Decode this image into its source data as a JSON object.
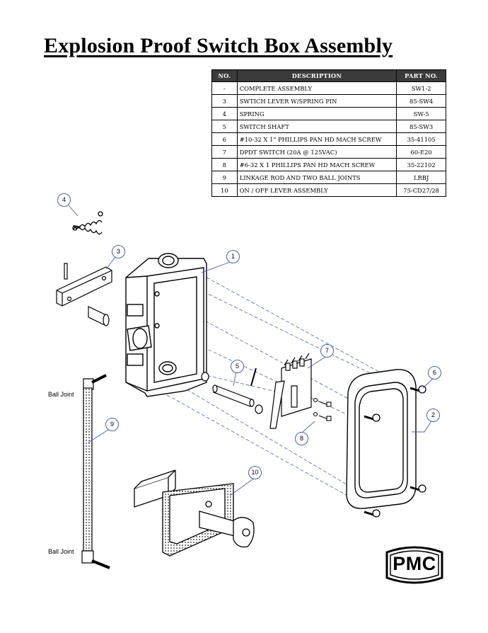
{
  "title": "Explosion Proof Switch Box Assembly",
  "table": {
    "headers": [
      "NO.",
      "DESCRIPTION",
      "PART NO."
    ],
    "rows": [
      [
        "-",
        "COMPLETE ASSEMBLY",
        "SW1-2"
      ],
      [
        "3",
        "SWTICH LEVER W/SPRING PIN",
        "85-SW4"
      ],
      [
        "4",
        "SPRING",
        "SW-5"
      ],
      [
        "5",
        "SWITCH SHAFT",
        "85-SW3"
      ],
      [
        "6",
        "#10-32 X 1\" PHILLIPS PAN HD MACH SCREW",
        "35-41105"
      ],
      [
        "7",
        "DPDT SWITCH (20A @ 125VAC)",
        "60-E20"
      ],
      [
        "8",
        "#6-32 X 1 PHILLIPS PAN HD MACH SCREW",
        "35-22102"
      ],
      [
        "9",
        "LINKAGE ROD AND TWO BALL JOINTS",
        "LRBJ"
      ],
      [
        "10",
        "ON / OFF LEVER ASSEMBLY",
        "75-CD27/28"
      ]
    ]
  },
  "labels": {
    "ball_joint_top": "Ball Joint",
    "ball_joint_bottom": "Ball Joint"
  },
  "callouts": [
    "4",
    "3",
    "1",
    "5",
    "7",
    "6",
    "2",
    "8",
    "9",
    "10"
  ],
  "logo": {
    "text": "PMC"
  },
  "colors": {
    "callout_line": "#4a5fb5",
    "header_bg": "#3b3b3b"
  }
}
